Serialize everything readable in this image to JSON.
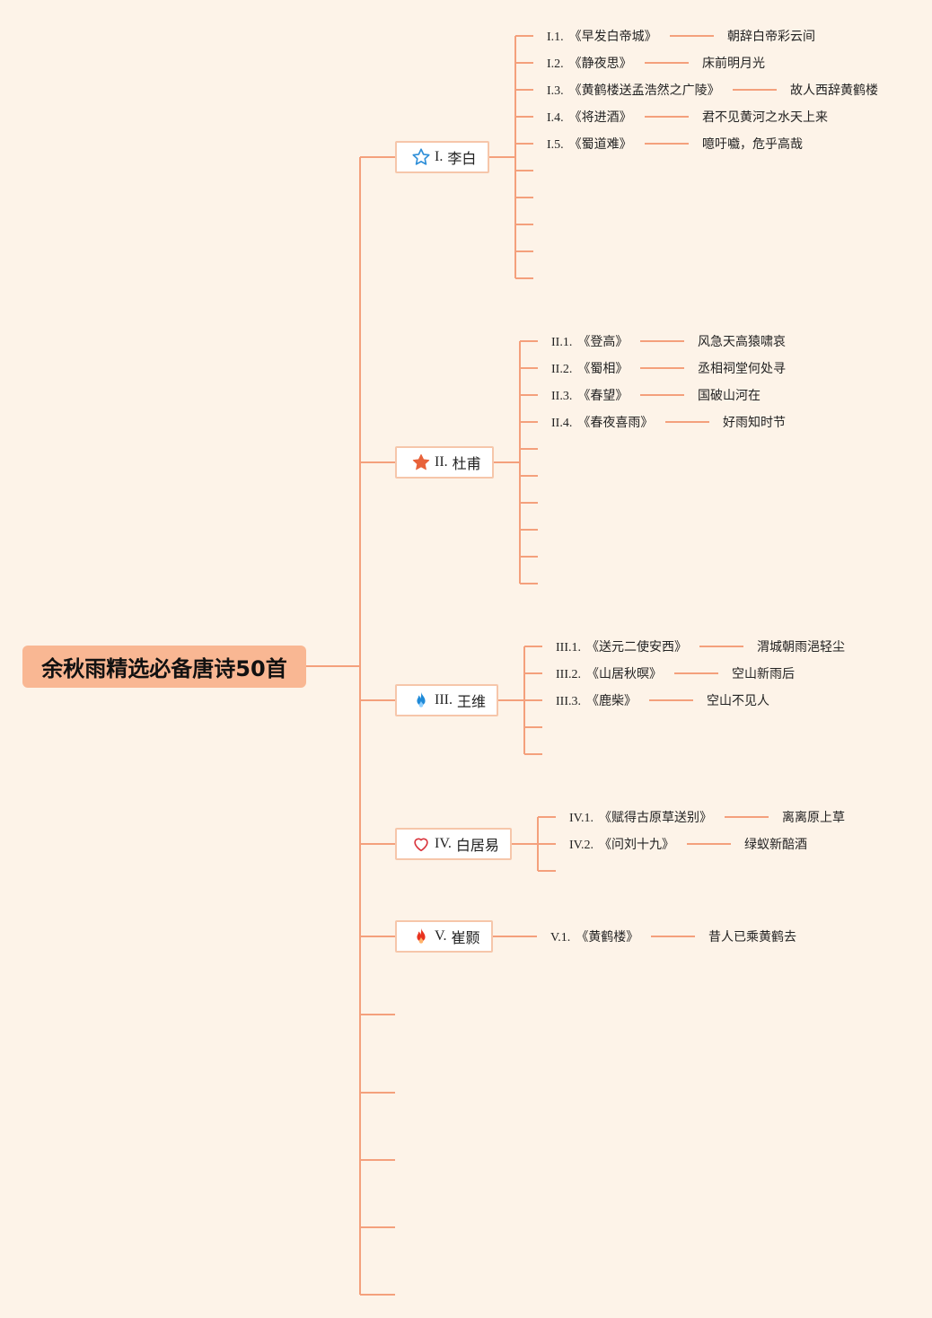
{
  "title": "余秋雨精选必备唐诗50首",
  "colors": {
    "line": "#f4a07c",
    "root_fill": "#f9b793",
    "background": "#fdf3e8"
  },
  "branches": [
    {
      "num": "I.",
      "name": "李白",
      "icon": "star-outline-icon",
      "poems": [
        {
          "num": "I.1.",
          "title": "《早发白帝城》",
          "quote": "朝辞白帝彩云间"
        },
        {
          "num": "I.2.",
          "title": "《静夜思》",
          "quote": "床前明月光"
        },
        {
          "num": "I.3.",
          "title": "《黄鹤楼送孟浩然之广陵》",
          "quote": "故人西辞黄鹤楼"
        },
        {
          "num": "I.4.",
          "title": "《将进酒》",
          "quote": "君不见黄河之水天上来"
        },
        {
          "num": "I.5.",
          "title": "《蜀道难》",
          "quote": "噫吁嚱，危乎高哉"
        }
      ]
    },
    {
      "num": "II.",
      "name": "杜甫",
      "icon": "star-filled-icon",
      "poems": [
        {
          "num": "II.1.",
          "title": "《登高》",
          "quote": "风急天高猿啸哀"
        },
        {
          "num": "II.2.",
          "title": "《蜀相》",
          "quote": "丞相祠堂何处寻"
        },
        {
          "num": "II.3.",
          "title": "《春望》",
          "quote": "国破山河在"
        },
        {
          "num": "II.4.",
          "title": "《春夜喜雨》",
          "quote": "好雨知时节"
        }
      ]
    },
    {
      "num": "III.",
      "name": "王维",
      "icon": "blue-flame-icon",
      "poems": [
        {
          "num": "III.1.",
          "title": "《送元二使安西》",
          "quote": "渭城朝雨浥轻尘"
        },
        {
          "num": "III.2.",
          "title": "《山居秋暝》",
          "quote": "空山新雨后"
        },
        {
          "num": "III.3.",
          "title": "《鹿柴》",
          "quote": "空山不见人"
        }
      ]
    },
    {
      "num": "IV.",
      "name": "白居易",
      "icon": "heart-icon",
      "poems": [
        {
          "num": "IV.1.",
          "title": "《赋得古原草送别》",
          "quote": "离离原上草"
        },
        {
          "num": "IV.2.",
          "title": "《问刘十九》",
          "quote": "绿蚁新醅酒"
        }
      ]
    },
    {
      "num": "V.",
      "name": "崔颢",
      "icon": "red-flame-icon",
      "poems": [
        {
          "num": "V.1.",
          "title": "《黄鹤楼》",
          "quote": "昔人已乘黄鹤去"
        }
      ]
    }
  ]
}
